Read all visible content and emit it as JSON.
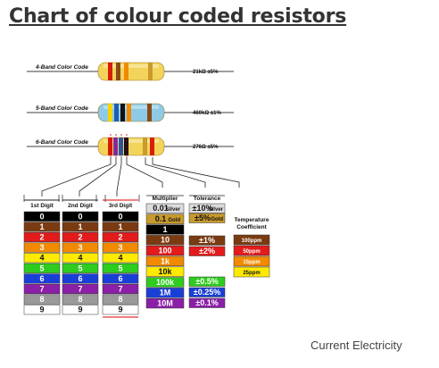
{
  "title": "Chart of colour coded resistors",
  "footer": "Current Electricity",
  "resistors": [
    {
      "label": "4-Band Color Code",
      "value": "21kΩ ±5%",
      "body_color": "#f3d45a",
      "bands": [
        "#d81e05",
        "#8a4b16",
        "#f08a00",
        "#c99a2e"
      ]
    },
    {
      "label": "5-Band Color Code",
      "value": "460kΩ ±1%",
      "body_color": "#8ecae6",
      "bands": [
        "#f5d400",
        "#1b5fb5",
        "#111111",
        "#f08a00",
        "#8a4b16"
      ]
    },
    {
      "label": "6-Band Color Code",
      "value": "276Ω ±5%",
      "body_color": "#f3d45a",
      "bands": [
        "#d81e05",
        "#7a2fb0",
        "#1b5fb5",
        "#111111",
        "#c99a2e",
        "#d81e05"
      ]
    }
  ],
  "digit_columns": [
    {
      "header": "1st Digit",
      "highlight": false
    },
    {
      "header": "2nd Digit",
      "highlight": false
    },
    {
      "header": "3rd Digit",
      "highlight": true
    }
  ],
  "digits": [
    {
      "text": "0",
      "bg": "#000000",
      "fg": "#ffffff"
    },
    {
      "text": "1",
      "bg": "#7a3b12",
      "fg": "#ffffff"
    },
    {
      "text": "2",
      "bg": "#e31b1b",
      "fg": "#ffffff"
    },
    {
      "text": "3",
      "bg": "#f28a00",
      "fg": "#ffffff"
    },
    {
      "text": "4",
      "bg": "#ffea00",
      "fg": "#111111"
    },
    {
      "text": "5",
      "bg": "#2ecc1e",
      "fg": "#ffffff"
    },
    {
      "text": "6",
      "bg": "#1a3fd6",
      "fg": "#ffffff"
    },
    {
      "text": "7",
      "bg": "#8b1fa8",
      "fg": "#ffffff"
    },
    {
      "text": "8",
      "bg": "#9a9a9a",
      "fg": "#ffffff"
    },
    {
      "text": "9",
      "bg": "#ffffff",
      "fg": "#111111"
    }
  ],
  "multiplier": {
    "header": "Multiplier",
    "rows": [
      {
        "text": "0.01",
        "note": "Silver",
        "bg": "#dcdcdc",
        "fg": "#111111"
      },
      {
        "text": "0.1",
        "note": "Gold",
        "bg": "#c99a2e",
        "fg": "#111111"
      },
      {
        "text": "1",
        "note": "",
        "bg": "#000000",
        "fg": "#ffffff"
      },
      {
        "text": "10",
        "note": "",
        "bg": "#7a3b12",
        "fg": "#ffffff"
      },
      {
        "text": "100",
        "note": "",
        "bg": "#e31b1b",
        "fg": "#ffffff"
      },
      {
        "text": "1k",
        "note": "",
        "bg": "#f28a00",
        "fg": "#ffffff"
      },
      {
        "text": "10k",
        "note": "",
        "bg": "#ffea00",
        "fg": "#111111"
      },
      {
        "text": "100k",
        "note": "",
        "bg": "#2ecc1e",
        "fg": "#ffffff"
      },
      {
        "text": "1M",
        "note": "",
        "bg": "#1a3fd6",
        "fg": "#ffffff"
      },
      {
        "text": "10M",
        "note": "",
        "bg": "#8b1fa8",
        "fg": "#ffffff"
      }
    ]
  },
  "tolerance": {
    "header": "Tolerance",
    "rows": [
      {
        "text": "±10%",
        "note": "Silver",
        "bg": "#dcdcdc",
        "fg": "#111111"
      },
      {
        "text": "±5%",
        "note": "Gold",
        "bg": "#c99a2e",
        "fg": "#111111"
      },
      {
        "text": "±1%",
        "note": "",
        "bg": "#7a3b12",
        "fg": "#ffffff"
      },
      {
        "text": "±2%",
        "note": "",
        "bg": "#e31b1b",
        "fg": "#ffffff"
      },
      {
        "text": "±0.5%",
        "note": "",
        "bg": "#2ecc1e",
        "fg": "#ffffff"
      },
      {
        "text": "±0.25%",
        "note": "",
        "bg": "#1a3fd6",
        "fg": "#ffffff"
      },
      {
        "text": "±0.1%",
        "note": "",
        "bg": "#8b1fa8",
        "fg": "#ffffff"
      }
    ]
  },
  "temperature": {
    "header": [
      "Temperature",
      "Coefficient"
    ],
    "rows": [
      {
        "text": "100ppm",
        "bg": "#7a3b12",
        "fg": "#ffffff"
      },
      {
        "text": "50ppm",
        "bg": "#e31b1b",
        "fg": "#ffffff"
      },
      {
        "text": "15ppm",
        "bg": "#f28a00",
        "fg": "#ffffff"
      },
      {
        "text": "25ppm",
        "bg": "#ffea00",
        "fg": "#111111"
      }
    ]
  }
}
